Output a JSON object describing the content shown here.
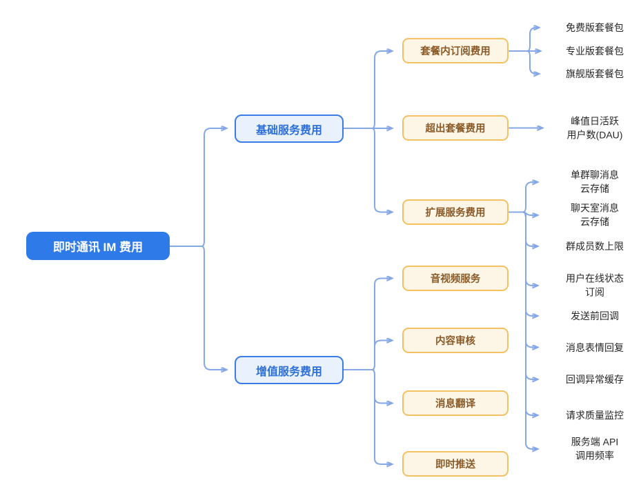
{
  "mindmap": {
    "root": {
      "label": "即时通讯 IM 费用"
    },
    "level1": [
      {
        "id": "basic",
        "label": "基础服务费用"
      },
      {
        "id": "value_added",
        "label": "增值服务费用"
      }
    ],
    "level2": [
      {
        "id": "subscription",
        "parent": "basic",
        "label": "套餐内订阅费用"
      },
      {
        "id": "overage",
        "parent": "basic",
        "label": "超出套餐费用"
      },
      {
        "id": "extension",
        "parent": "basic",
        "label": "扩展服务费用"
      },
      {
        "id": "rtc",
        "parent": "value_added",
        "label": "音视频服务"
      },
      {
        "id": "moderation",
        "parent": "value_added",
        "label": "内容审核"
      },
      {
        "id": "translation",
        "parent": "value_added",
        "label": "消息翻译"
      },
      {
        "id": "push",
        "parent": "value_added",
        "label": "即时推送"
      }
    ],
    "leaves": [
      {
        "id": "free_plan",
        "parent": "subscription",
        "label": "免费版套餐包"
      },
      {
        "id": "pro_plan",
        "parent": "subscription",
        "label": "专业版套餐包"
      },
      {
        "id": "flagship_plan",
        "parent": "subscription",
        "label": "旗舰版套餐包"
      },
      {
        "id": "peak_dau",
        "parent": "overage",
        "label": "峰值日活跃\n用户数(DAU)"
      },
      {
        "id": "group_msg_storage",
        "parent": "extension",
        "label": "单群聊消息\n云存储"
      },
      {
        "id": "chatroom_msg_storage",
        "parent": "extension",
        "label": "聊天室消息\n云存储"
      },
      {
        "id": "member_limit",
        "parent": "extension",
        "label": "群成员数上限"
      },
      {
        "id": "presence_subscribe",
        "parent": "extension",
        "label": "用户在线状态\n订阅"
      },
      {
        "id": "pre_send_callback",
        "parent": "extension",
        "label": "发送前回调"
      },
      {
        "id": "message_reaction",
        "parent": "extension",
        "label": "消息表情回复"
      },
      {
        "id": "callback_cache",
        "parent": "extension",
        "label": "回调异常缓存"
      },
      {
        "id": "request_qos",
        "parent": "extension",
        "label": "请求质量监控"
      },
      {
        "id": "server_api_rate",
        "parent": "extension",
        "label": "服务端 API\n调用频率"
      }
    ]
  },
  "colors": {
    "root_fill": "#2E7AE8",
    "root_text": "#FFFFFF",
    "branch_fill": "#E8F1FC",
    "branch_border": "#3A7BE8",
    "branch_text": "#2D6FD6",
    "topic_fill": "#FDF6E6",
    "topic_border": "#F3C162",
    "topic_text": "#8A5A28",
    "leaf_text": "#262626",
    "connector_line": "#84A7E5",
    "arrowhead": "#6B95E3"
  }
}
